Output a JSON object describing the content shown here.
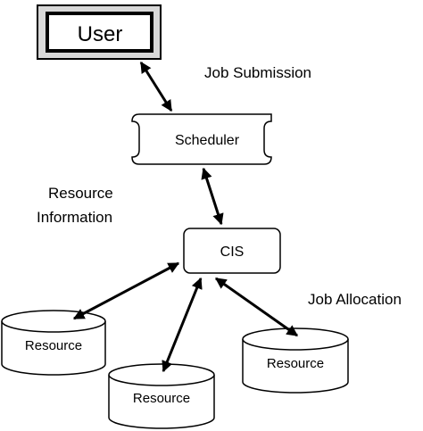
{
  "nodes": {
    "user": "User",
    "scheduler": "Scheduler",
    "cis": "CIS",
    "resource_left": "Resource",
    "resource_middle": "Resource",
    "resource_right": "Resource"
  },
  "edge_labels": {
    "job_submission": "Job Submission",
    "resource_information_line1": "Resource",
    "resource_information_line2": "Information",
    "job_allocation": "Job Allocation"
  },
  "colors": {
    "stroke": "#000000",
    "fill": "#ffffff"
  }
}
